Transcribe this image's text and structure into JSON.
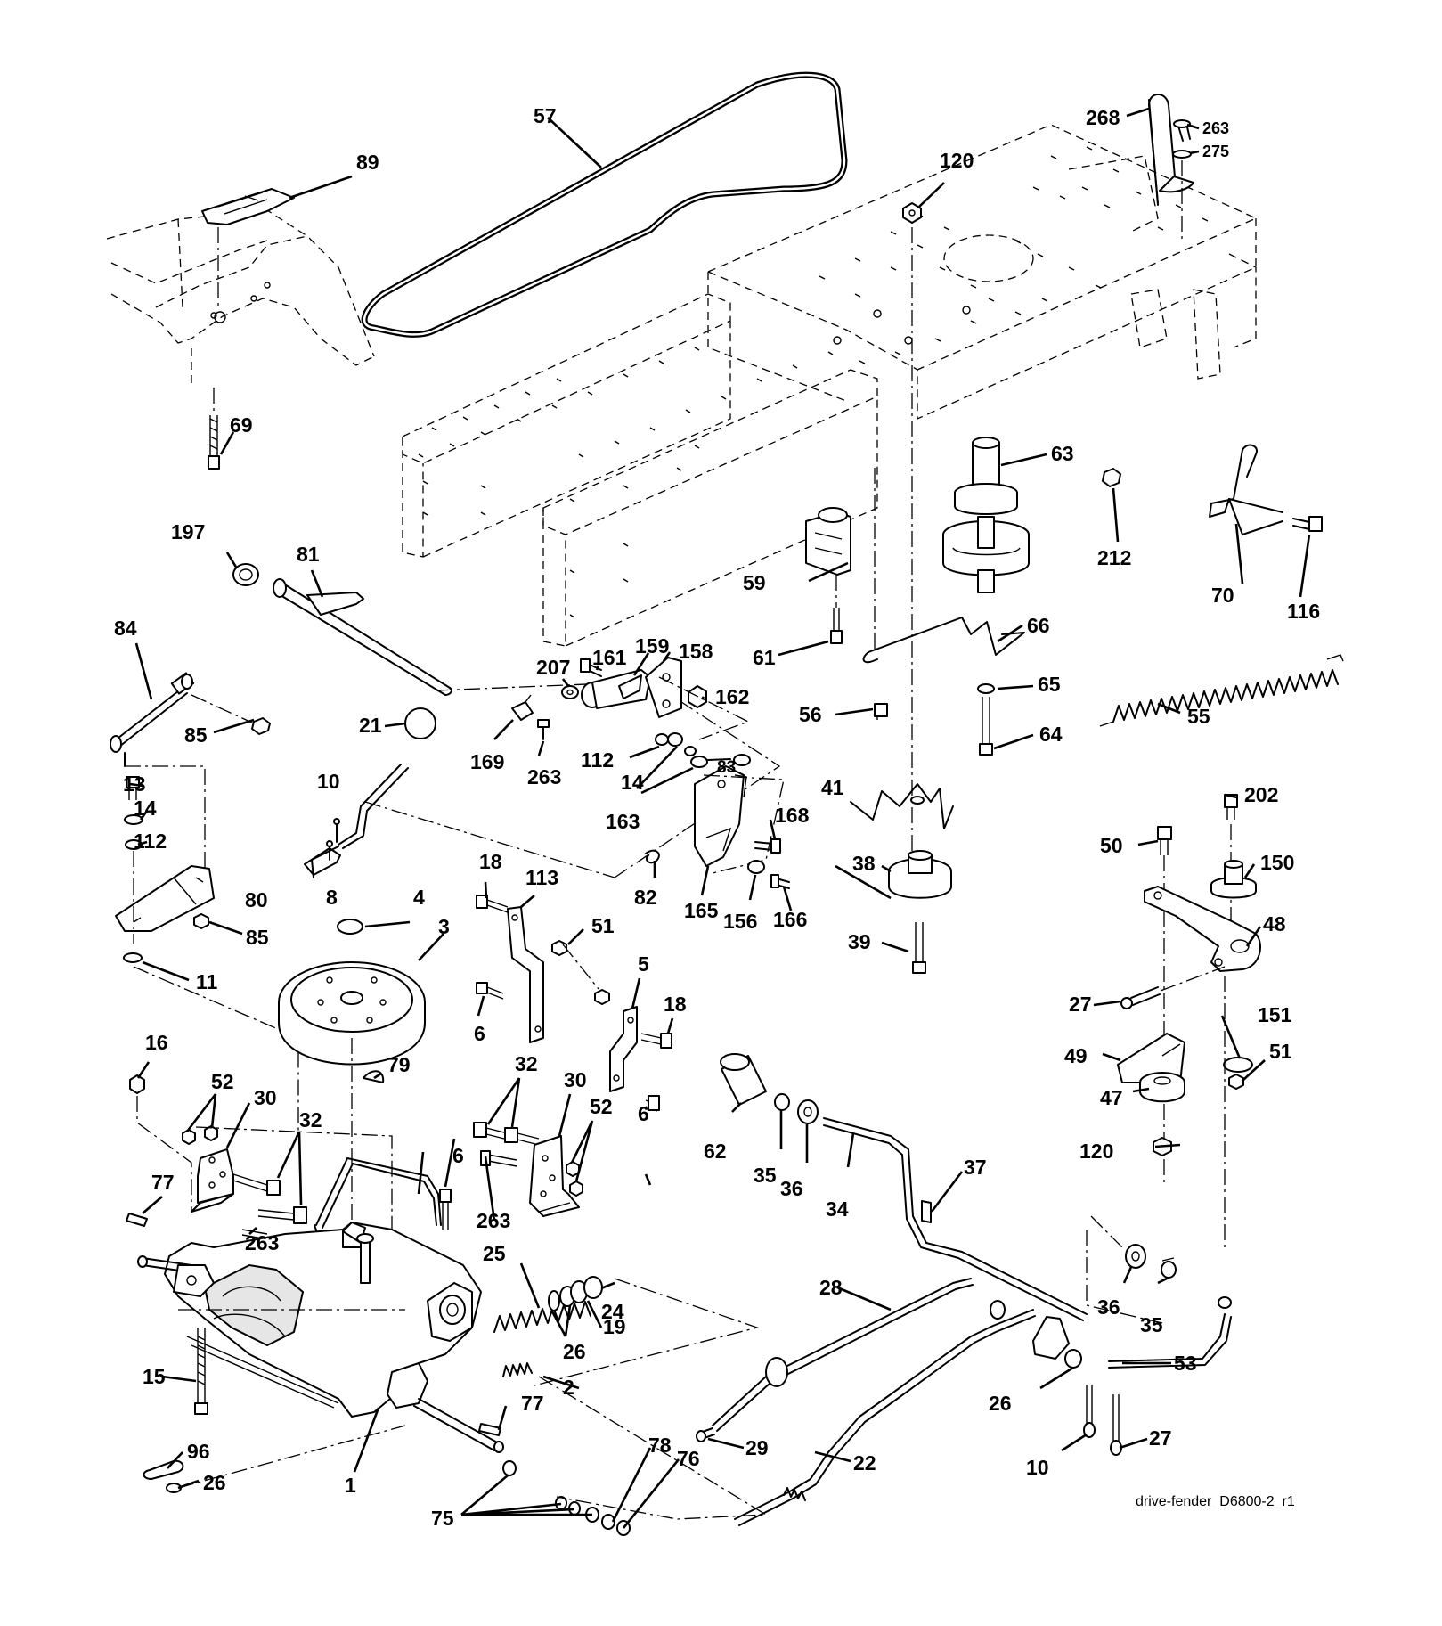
{
  "caption": "drive-fender_D6800-2_r1",
  "labels": [
    "57",
    "89",
    "120",
    "268",
    "263",
    "275",
    "69",
    "63",
    "212",
    "197",
    "81",
    "59",
    "70",
    "116",
    "84",
    "207",
    "161",
    "159",
    "158",
    "162",
    "66",
    "61",
    "65",
    "55",
    "85",
    "21",
    "169",
    "263",
    "112",
    "56",
    "64",
    "10",
    "14",
    "83",
    "41",
    "202",
    "13",
    "163",
    "168",
    "14",
    "38",
    "150",
    "50",
    "112",
    "82",
    "165",
    "166",
    "80",
    "156",
    "48",
    "85",
    "8",
    "4",
    "39",
    "18",
    "113",
    "11",
    "3",
    "51",
    "27",
    "5",
    "18",
    "151",
    "16",
    "6",
    "49",
    "51",
    "52",
    "79",
    "30",
    "32",
    "47",
    "32",
    "62",
    "30",
    "52",
    "120",
    "35",
    "36",
    "37",
    "34",
    "6",
    "77",
    "6",
    "263",
    "263",
    "25",
    "28",
    "36",
    "24",
    "35",
    "26",
    "19",
    "53",
    "15",
    "2",
    "26",
    "77",
    "96",
    "29",
    "22",
    "27",
    "1",
    "10",
    "78",
    "76",
    "26",
    "75"
  ]
}
